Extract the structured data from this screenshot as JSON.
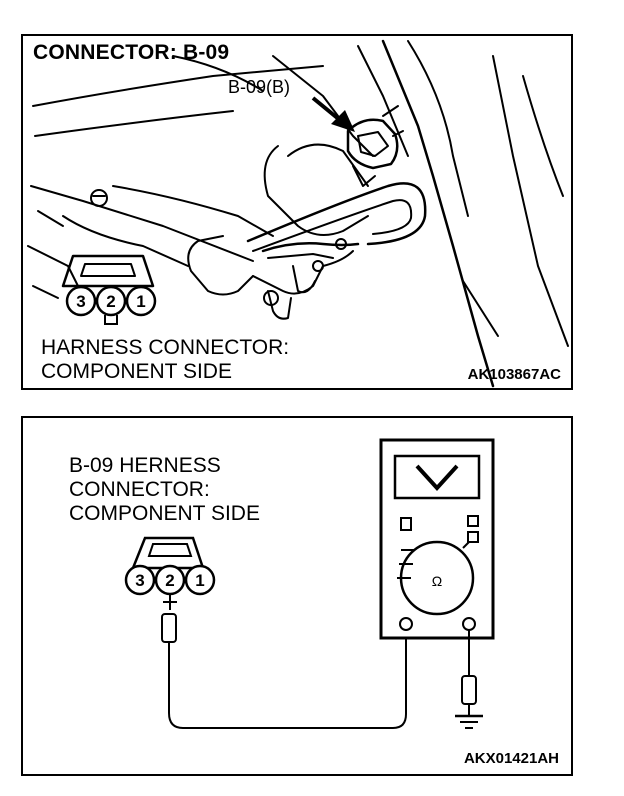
{
  "top_panel": {
    "title": "CONNECTOR: B-09",
    "callout": "B-09(B)",
    "connector_label_line1": "HARNESS CONNECTOR:",
    "connector_label_line2": "COMPONENT SIDE",
    "pins": [
      "3",
      "2",
      "1"
    ],
    "ref_code": "AK103867AC"
  },
  "bottom_panel": {
    "label_line1": "B-09 HERNESS",
    "label_line2": "CONNECTOR:",
    "label_line3": "COMPONENT SIDE",
    "pins": [
      "3",
      "2",
      "1"
    ],
    "meter_setting": "Ω",
    "ref_code": "AKX01421AH"
  }
}
